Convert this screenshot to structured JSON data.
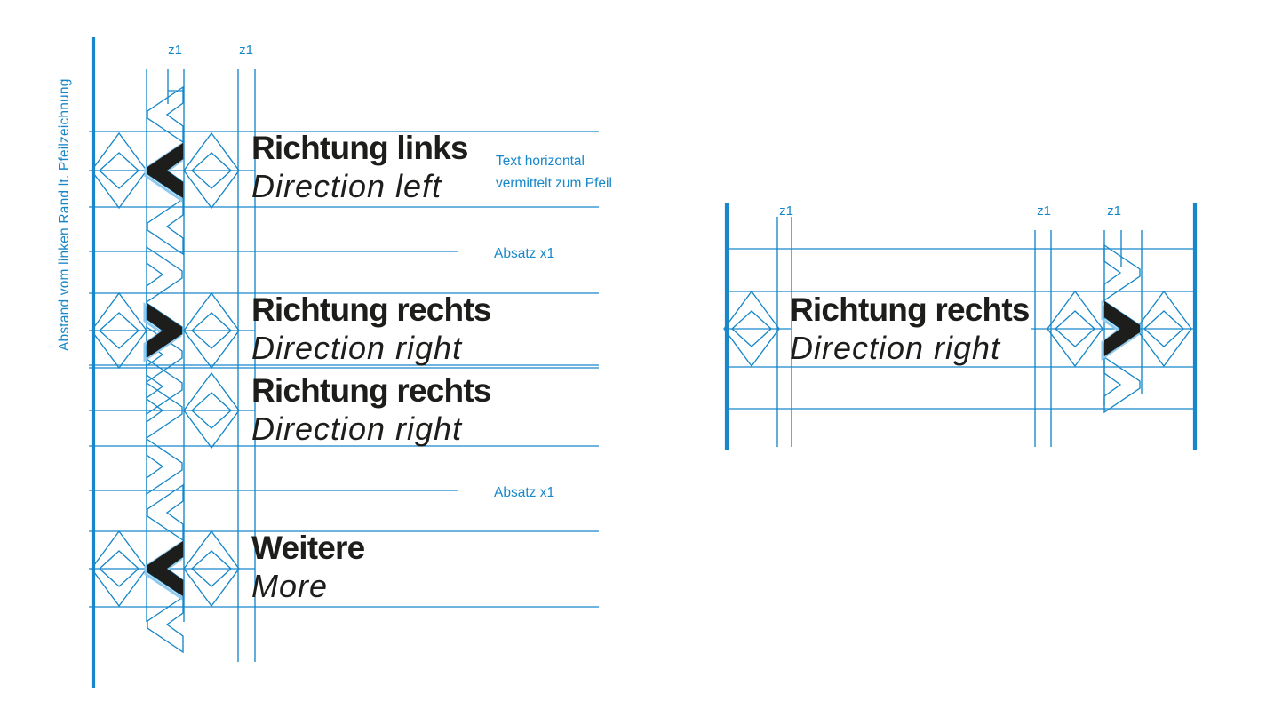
{
  "colors": {
    "line_blue": "#1787c9",
    "light_blue": "#8fc9ec",
    "ink": "#1d1d1b"
  },
  "left_panel": {
    "margin_label": "Abstand vom linken Rand lt. Pfeilzeichnung",
    "z1_labels": [
      "z1",
      "z1"
    ],
    "entries": [
      {
        "title": "Richtung links",
        "subtitle": "Direction left",
        "arrow": "left"
      },
      {
        "title": "Richtung rechts",
        "subtitle": "Direction right",
        "arrow": "right"
      },
      {
        "title": "Richtung rechts",
        "subtitle": "Direction right",
        "arrow": "none"
      },
      {
        "title": "Weitere",
        "subtitle": "More",
        "arrow": "left"
      }
    ],
    "annotations": {
      "note_line1": "Text horizontal",
      "note_line2": "vermittelt zum Pfeil",
      "paragraph_labels": [
        "Absatz x1",
        "Absatz x1"
      ]
    }
  },
  "right_panel": {
    "z1_labels": [
      "z1",
      "z1",
      "z1"
    ],
    "entry": {
      "title": "Richtung rechts",
      "subtitle": "Direction right",
      "arrow": "right"
    }
  }
}
